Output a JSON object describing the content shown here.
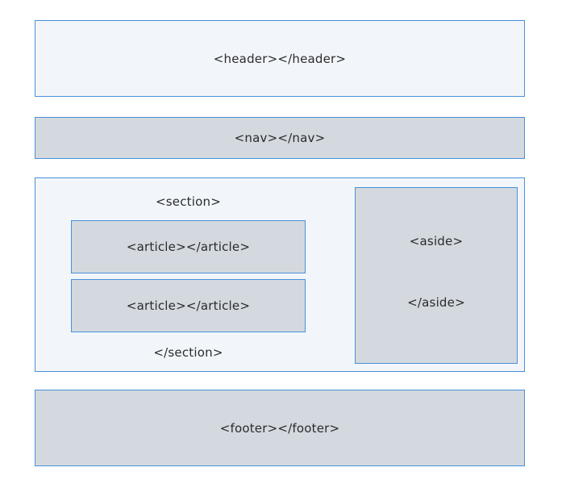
{
  "diagram": {
    "header": {
      "label": "<header></header>"
    },
    "nav": {
      "label": "<nav></nav>"
    },
    "section": {
      "open_label": "<section>",
      "close_label": "</section>",
      "articles": [
        {
          "label": "<article></article>"
        },
        {
          "label": "<article></article>"
        }
      ]
    },
    "aside": {
      "open_label": "<aside>",
      "close_label": "</aside>"
    },
    "footer": {
      "label": "<footer></footer>"
    }
  },
  "colors": {
    "border": "#4a90d9",
    "light_fill": "#f2f6fa",
    "gray_fill": "#d3d9df",
    "text": "#2b2b2b"
  }
}
